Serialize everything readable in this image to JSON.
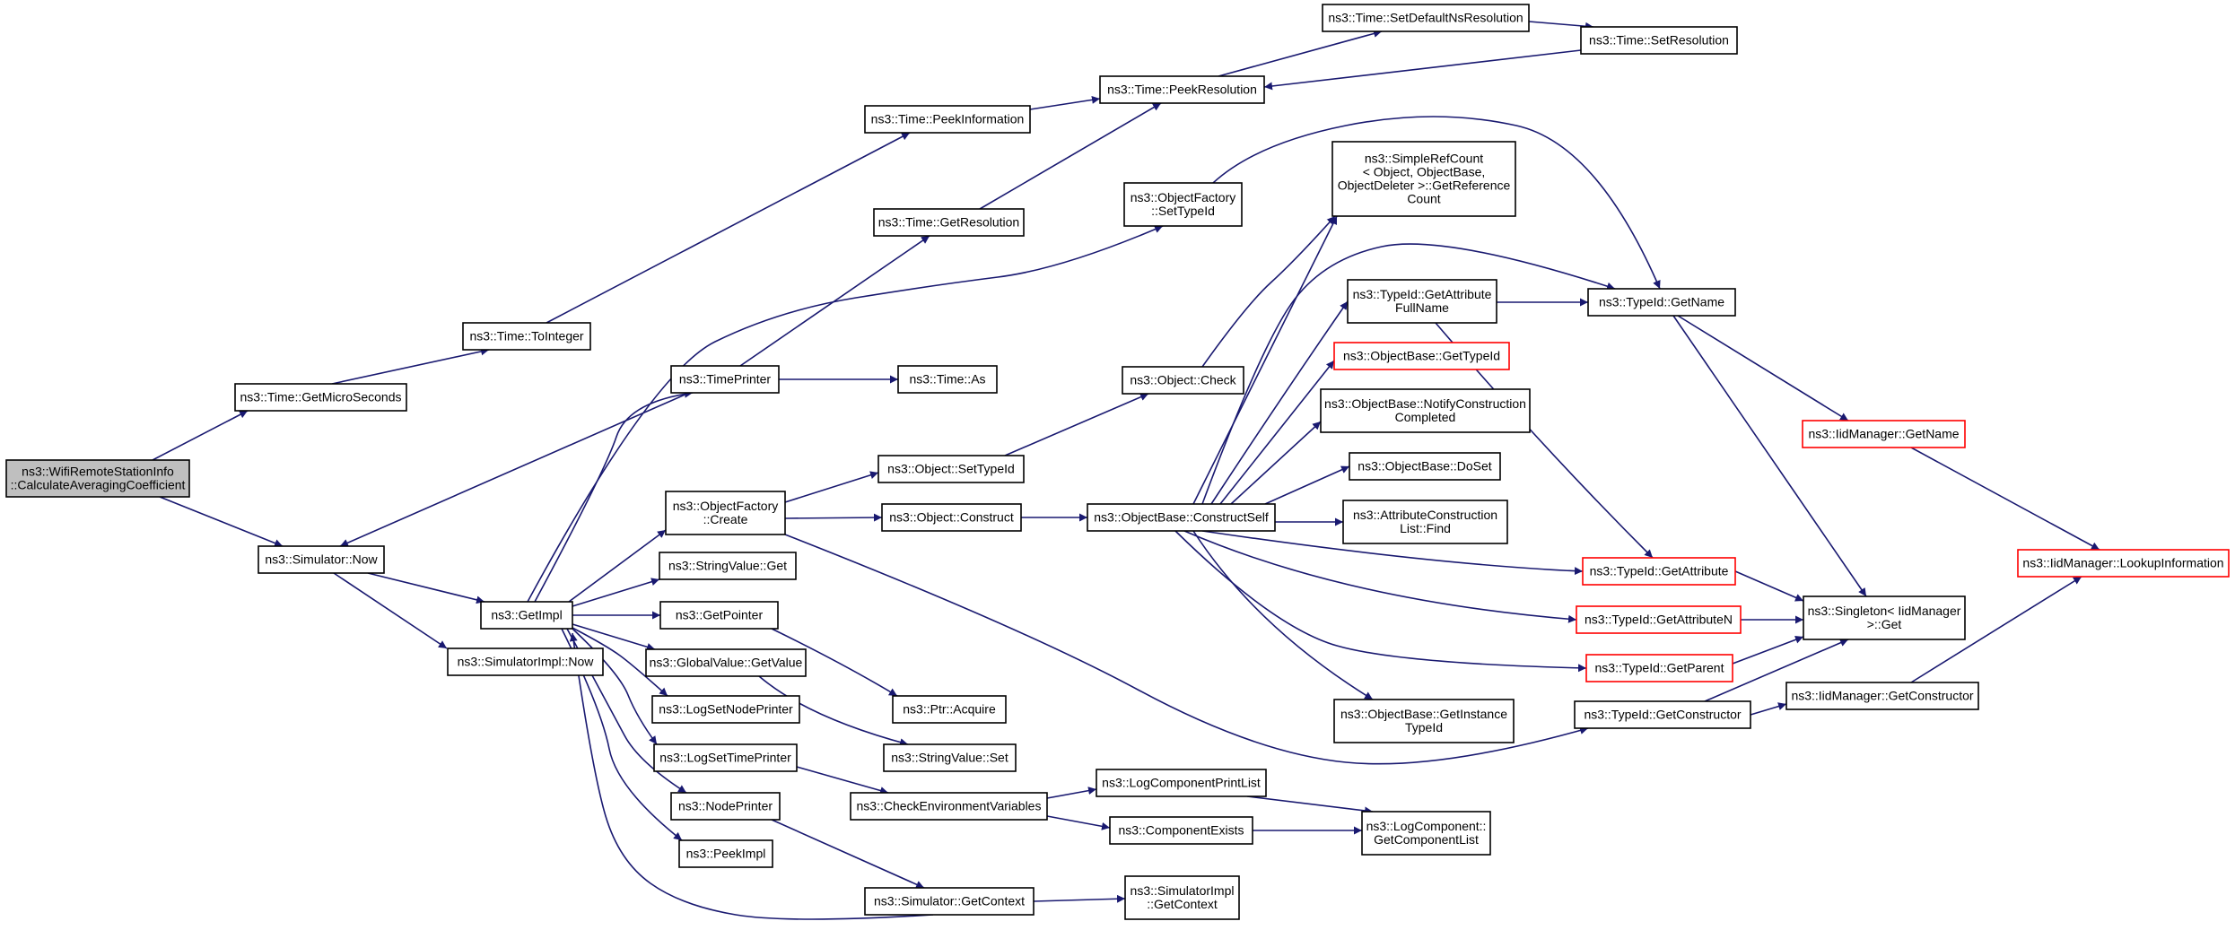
{
  "graph": {
    "edge_color": "#191970",
    "node_border": "#000000",
    "node_border_highlight": "#ff0000",
    "root_fill": "#bfbfbf",
    "nodes": [
      {
        "id": "root",
        "lines": [
          "ns3::WifiRemoteStationInfo",
          "::CalculateAveragingCoefficient"
        ],
        "style": "root"
      },
      {
        "id": "getMicro",
        "lines": [
          "ns3::Time::GetMicroSeconds"
        ],
        "style": "normal"
      },
      {
        "id": "simNow",
        "lines": [
          "ns3::Simulator::Now"
        ],
        "style": "normal"
      },
      {
        "id": "toInteger",
        "lines": [
          "ns3::Time::ToInteger"
        ],
        "style": "normal"
      },
      {
        "id": "peekInfo",
        "lines": [
          "ns3::Time::PeekInformation"
        ],
        "style": "normal"
      },
      {
        "id": "peekRes",
        "lines": [
          "ns3::Time::PeekResolution"
        ],
        "style": "normal"
      },
      {
        "id": "setDefNs",
        "lines": [
          "ns3::Time::SetDefaultNsResolution"
        ],
        "style": "normal"
      },
      {
        "id": "setRes",
        "lines": [
          "ns3::Time::SetResolution"
        ],
        "style": "normal"
      },
      {
        "id": "getRes",
        "lines": [
          "ns3::Time::GetResolution"
        ],
        "style": "normal"
      },
      {
        "id": "timePrinter",
        "lines": [
          "ns3::TimePrinter"
        ],
        "style": "normal"
      },
      {
        "id": "timeAs",
        "lines": [
          "ns3::Time::As"
        ],
        "style": "normal"
      },
      {
        "id": "getImpl",
        "lines": [
          "ns3::GetImpl"
        ],
        "style": "normal"
      },
      {
        "id": "simImplNow",
        "lines": [
          "ns3::SimulatorImpl::Now"
        ],
        "style": "normal"
      },
      {
        "id": "ofCreate",
        "lines": [
          "ns3::ObjectFactory",
          "::Create"
        ],
        "style": "normal"
      },
      {
        "id": "strGet",
        "lines": [
          "ns3::StringValue::Get"
        ],
        "style": "normal"
      },
      {
        "id": "getPointer",
        "lines": [
          "ns3::GetPointer"
        ],
        "style": "normal"
      },
      {
        "id": "gvGet",
        "lines": [
          "ns3::GlobalValue::GetValue"
        ],
        "style": "normal"
      },
      {
        "id": "logNodeP",
        "lines": [
          "ns3::LogSetNodePrinter"
        ],
        "style": "normal"
      },
      {
        "id": "logTimeP",
        "lines": [
          "ns3::LogSetTimePrinter"
        ],
        "style": "normal"
      },
      {
        "id": "nodePrinter",
        "lines": [
          "ns3::NodePrinter"
        ],
        "style": "normal"
      },
      {
        "id": "peekImpl",
        "lines": [
          "ns3::PeekImpl"
        ],
        "style": "normal"
      },
      {
        "id": "ofSetTypeId",
        "lines": [
          "ns3::ObjectFactory",
          "::SetTypeId"
        ],
        "style": "normal"
      },
      {
        "id": "objCheck",
        "lines": [
          "ns3::Object::Check"
        ],
        "style": "normal"
      },
      {
        "id": "objSetTypeId",
        "lines": [
          "ns3::Object::SetTypeId"
        ],
        "style": "normal"
      },
      {
        "id": "objConstruct",
        "lines": [
          "ns3::Object::Construct"
        ],
        "style": "normal"
      },
      {
        "id": "ptrAcquire",
        "lines": [
          "ns3::Ptr::Acquire"
        ],
        "style": "normal"
      },
      {
        "id": "strSet",
        "lines": [
          "ns3::StringValue::Set"
        ],
        "style": "normal"
      },
      {
        "id": "checkEnv",
        "lines": [
          "ns3::CheckEnvironmentVariables"
        ],
        "style": "normal"
      },
      {
        "id": "simGetCtx",
        "lines": [
          "ns3::Simulator::GetContext"
        ],
        "style": "normal"
      },
      {
        "id": "logCompPL",
        "lines": [
          "ns3::LogComponentPrintList"
        ],
        "style": "normal"
      },
      {
        "id": "compExists",
        "lines": [
          "ns3::ComponentExists"
        ],
        "style": "normal"
      },
      {
        "id": "simImplGetCtx",
        "lines": [
          "ns3::SimulatorImpl",
          "::GetContext"
        ],
        "style": "normal"
      },
      {
        "id": "constructSelf",
        "lines": [
          "ns3::ObjectBase::ConstructSelf"
        ],
        "style": "normal"
      },
      {
        "id": "simpleRef",
        "lines": [
          "ns3::SimpleRefCount",
          "< Object, ObjectBase,",
          "ObjectDeleter >::GetReference",
          "Count"
        ],
        "style": "normal"
      },
      {
        "id": "tidAttrFull",
        "lines": [
          "ns3::TypeId::GetAttribute",
          "FullName"
        ],
        "style": "normal"
      },
      {
        "id": "obGetTypeId",
        "lines": [
          "ns3::ObjectBase::GetTypeId"
        ],
        "style": "red"
      },
      {
        "id": "obNotify",
        "lines": [
          "ns3::ObjectBase::NotifyConstruction",
          "Completed"
        ],
        "style": "normal"
      },
      {
        "id": "obDoSet",
        "lines": [
          "ns3::ObjectBase::DoSet"
        ],
        "style": "normal"
      },
      {
        "id": "attrFind",
        "lines": [
          "ns3::AttributeConstruction",
          "List::Find"
        ],
        "style": "normal"
      },
      {
        "id": "obGetInst",
        "lines": [
          "ns3::ObjectBase::GetInstance",
          "TypeId"
        ],
        "style": "normal"
      },
      {
        "id": "logCompGet",
        "lines": [
          "ns3::LogComponent::",
          "GetComponentList"
        ],
        "style": "normal"
      },
      {
        "id": "tidGetName",
        "lines": [
          "ns3::TypeId::GetName"
        ],
        "style": "normal"
      },
      {
        "id": "tidGetAttr",
        "lines": [
          "ns3::TypeId::GetAttribute"
        ],
        "style": "red"
      },
      {
        "id": "tidGetAttrN",
        "lines": [
          "ns3::TypeId::GetAttributeN"
        ],
        "style": "red"
      },
      {
        "id": "tidGetParent",
        "lines": [
          "ns3::TypeId::GetParent"
        ],
        "style": "red"
      },
      {
        "id": "tidGetCtor",
        "lines": [
          "ns3::TypeId::GetConstructor"
        ],
        "style": "normal"
      },
      {
        "id": "iidGetName",
        "lines": [
          "ns3::IidManager::GetName"
        ],
        "style": "red"
      },
      {
        "id": "singletonGet",
        "lines": [
          "ns3::Singleton< IidManager",
          ">::Get"
        ],
        "style": "normal"
      },
      {
        "id": "iidGetCtor",
        "lines": [
          "ns3::IidManager::GetConstructor"
        ],
        "style": "normal"
      },
      {
        "id": "iidLookup",
        "lines": [
          "ns3::IidManager::LookupInformation"
        ],
        "style": "red"
      }
    ]
  }
}
